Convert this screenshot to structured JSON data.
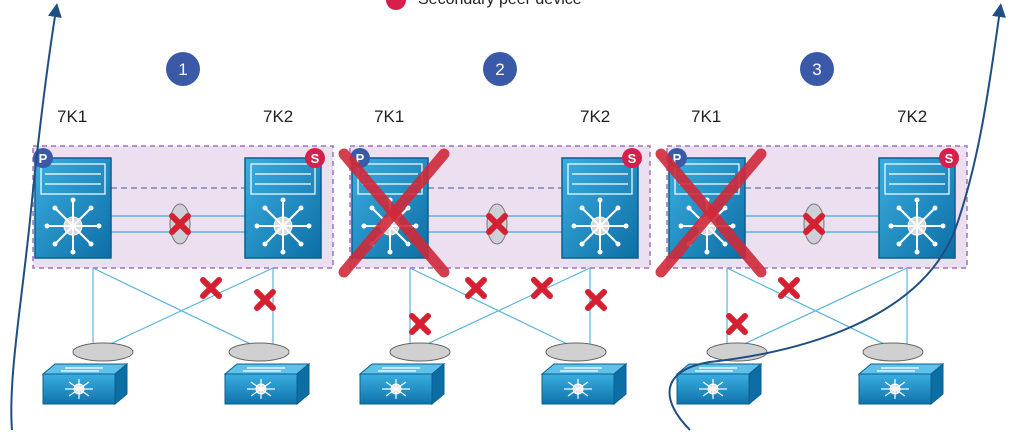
{
  "legend": {
    "secondary_label": "Secondary peer device"
  },
  "scenarios": [
    {
      "number": "1",
      "left_switch": "7K1",
      "right_switch": "7K2",
      "primary_badge": "P",
      "secondary_badge": "S",
      "primary_failed": false
    },
    {
      "number": "2",
      "left_switch": "7K1",
      "right_switch": "7K2",
      "primary_badge": "P",
      "secondary_badge": "S",
      "primary_failed": true
    },
    {
      "number": "3",
      "left_switch": "7K1",
      "right_switch": "7K2",
      "primary_badge": "P",
      "secondary_badge": "S",
      "primary_failed": true
    }
  ],
  "colors": {
    "domain_fill": "#ecdff0",
    "domain_border": "#a070c0",
    "switch_blue": "#1b8fc6",
    "switch_dark": "#0b5f8e",
    "badge_primary": "#3a5aa8",
    "badge_secondary": "#d4204a",
    "blocked_mark": "#d42030",
    "failure_cross": "#d02a3a",
    "link_line": "#5ab4dc",
    "flow_arrow": "#1f4f82"
  },
  "icons": {
    "core_switch": "nexus-7000-icon",
    "access_switch": "access-switch-icon",
    "blocked_link": "red-x-icon",
    "port_channel": "port-channel-ellipse-icon",
    "flow": "traffic-flow-arrow-icon"
  }
}
